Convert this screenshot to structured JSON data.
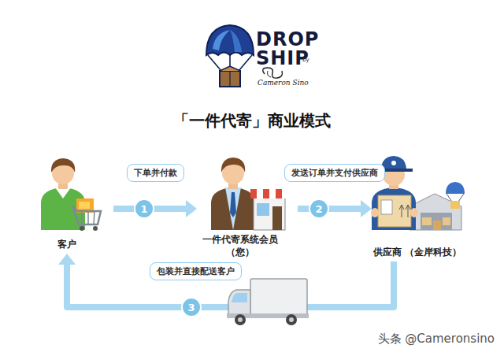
{
  "diagram": {
    "title": "「一件代寄」商业模式",
    "nodes": [
      {
        "text": [
          "客户"
        ]
      },
      {
        "text": [
          "一件代寄系统会员 （您）"
        ]
      },
      {
        "text": [
          "供应商 （金岸科技）"
        ]
      }
    ],
    "edges": [
      {
        "from": 0,
        "to": 1,
        "arrow": "to",
        "label": "下单并付款"
      },
      {
        "from": 1,
        "to": 2,
        "arrow": "to",
        "label": "发送订单并支付供应商"
      },
      {
        "from": 2,
        "to": 0,
        "arrow": "to",
        "label": "包装并直接配送客户"
      }
    ],
    "labels": [
      "DROP",
      "SHIP",
      "by",
      "Cameron Sino",
      "1",
      "2",
      "3",
      "头条 @Cameronsino"
    ]
  }
}
